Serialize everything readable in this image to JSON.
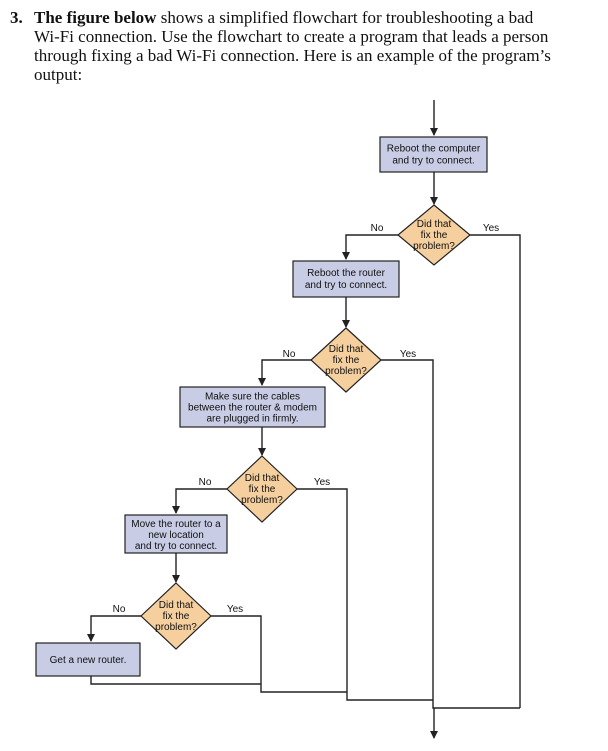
{
  "question": {
    "number": "3.",
    "lead_bold": "The figure below",
    "line1_rest": " shows a simplified flowchart for troubleshooting a bad",
    "line2": "Wi-Fi connection. Use the flowchart to create a program that leads a person",
    "line3": "through fixing a bad Wi-Fi connection. Here is an example of the program’s",
    "line4": "output:"
  },
  "flowchart": {
    "step1": [
      "Reboot the computer",
      "and try to connect."
    ],
    "step2": [
      "Reboot the router",
      "and try to connect."
    ],
    "step3": [
      "Make sure the cables",
      "between the router & modem",
      "are plugged in firmly."
    ],
    "step4": [
      "Move the router to a",
      "new location",
      "and try to connect."
    ],
    "step5": [
      "Get a new router."
    ],
    "decision": [
      "Did that",
      "fix the",
      "problem?"
    ],
    "yes": "Yes",
    "no": "No",
    "colors": {
      "box_fill": "#c8cce4",
      "diamond_fill": "#f5cf9e",
      "stroke": "#222222"
    }
  }
}
